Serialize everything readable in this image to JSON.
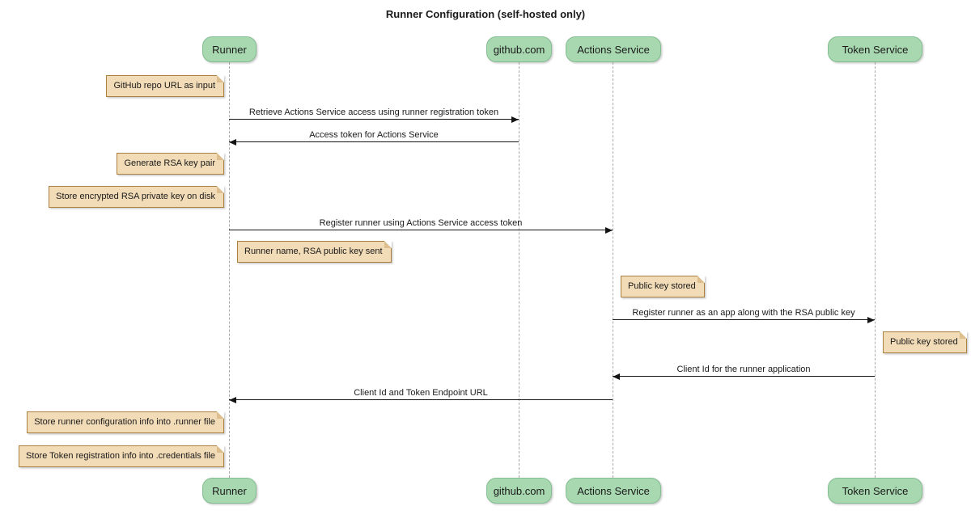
{
  "title": "Runner Configuration (self-hosted only)",
  "colors": {
    "participant_fill": "#A8D8B0",
    "participant_border": "#84BD92",
    "note_fill": "#F2DBB7",
    "note_border": "#A9803F",
    "note_fold": "#DDBE8E",
    "lifeline": "#ABABAB",
    "arrow": "#141414",
    "text": "#1A1A1A",
    "background": "#FFFFFF"
  },
  "participants": [
    {
      "id": "runner",
      "label": "Runner"
    },
    {
      "id": "github",
      "label": "github.com"
    },
    {
      "id": "actions-service",
      "label": "Actions Service"
    },
    {
      "id": "token-service",
      "label": "Token Service"
    }
  ],
  "messages": [
    {
      "from": "Runner",
      "to": "github.com",
      "direction": "right",
      "label": "Retrieve Actions Service access using runner registration token"
    },
    {
      "from": "github.com",
      "to": "Runner",
      "direction": "left",
      "label": "Access token for Actions Service"
    },
    {
      "from": "Runner",
      "to": "Actions Service",
      "direction": "right",
      "label": "Register runner using Actions Service access token"
    },
    {
      "from": "Actions Service",
      "to": "Token Service",
      "direction": "right",
      "label": "Register runner as an app along with the RSA public key"
    },
    {
      "from": "Token Service",
      "to": "Actions Service",
      "direction": "left",
      "label": "Client Id for the runner application"
    },
    {
      "from": "Actions Service",
      "to": "Runner",
      "direction": "left",
      "label": "Client Id and Token Endpoint URL"
    }
  ],
  "notes": [
    {
      "text": "GitHub repo URL as input",
      "position": "left of Runner"
    },
    {
      "text": "Generate RSA key pair",
      "position": "left of Runner"
    },
    {
      "text": "Store encrypted RSA private key on disk",
      "position": "left of Runner"
    },
    {
      "text": "Runner name, RSA public key sent",
      "position": "right of Runner"
    },
    {
      "text": "Public key stored",
      "position": "right of Actions Service"
    },
    {
      "text": "Public key stored",
      "position": "right of Token Service"
    },
    {
      "text": "Store runner configuration info into .runner file",
      "position": "left of Runner"
    },
    {
      "text": "Store Token registration info into .credentials file",
      "position": "left of Runner"
    }
  ]
}
